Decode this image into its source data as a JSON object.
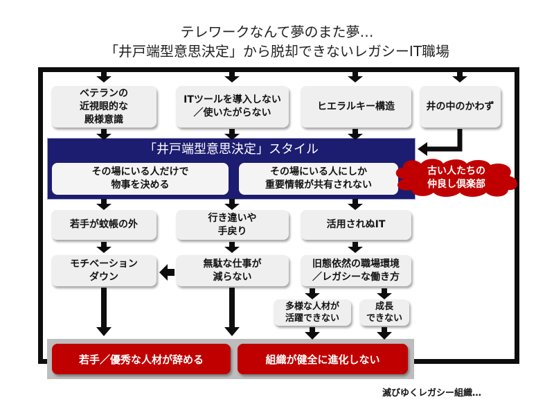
{
  "title": {
    "line1": "テレワークなんて夢のまた夢…",
    "line2": "「井戸端型意思決定」から脱却できないレガシーIT職場"
  },
  "causes": [
    {
      "label": "ベテランの\n近視眼的な\n殿様意識"
    },
    {
      "label": "ITツールを導入しない\n／使いたがらない"
    },
    {
      "label": "ヒエラルキー構造"
    },
    {
      "label": "井の中のかわず"
    }
  ],
  "style_block": {
    "title": "「井戸端型意思決定」スタイル",
    "items": [
      {
        "label": "その場にいる人だけで\n物事を決める"
      },
      {
        "label": "その場にいる人にしか\n重要情報が共有されない"
      }
    ]
  },
  "cloud": {
    "label": "古い人たちの\n仲良し倶楽部",
    "color": "#c00000"
  },
  "effects_row1": [
    {
      "label": "若手が蚊帳の外"
    },
    {
      "label": "行き違いや\n手戻り"
    },
    {
      "label": "活用されぬIT"
    }
  ],
  "effects_row2": [
    {
      "label": "モチベーション\nダウン"
    },
    {
      "label": "無駄な仕事が\n減らない"
    },
    {
      "label": "旧態依然の職場環境\n／レガシーな働き方"
    }
  ],
  "effects_row3": [
    {
      "label": "多様な人材が\n活躍できない"
    },
    {
      "label": "成長\nできない"
    }
  ],
  "outcomes": [
    {
      "label": "若手／優秀な人材が辞める"
    },
    {
      "label": "組織が健全に進化しない"
    }
  ],
  "footer": "滅びゆくレガシー組織…",
  "colors": {
    "navy": "#1c1c70",
    "red": "#c00000",
    "box": "#efefef",
    "loop": "#0d0d0d"
  }
}
